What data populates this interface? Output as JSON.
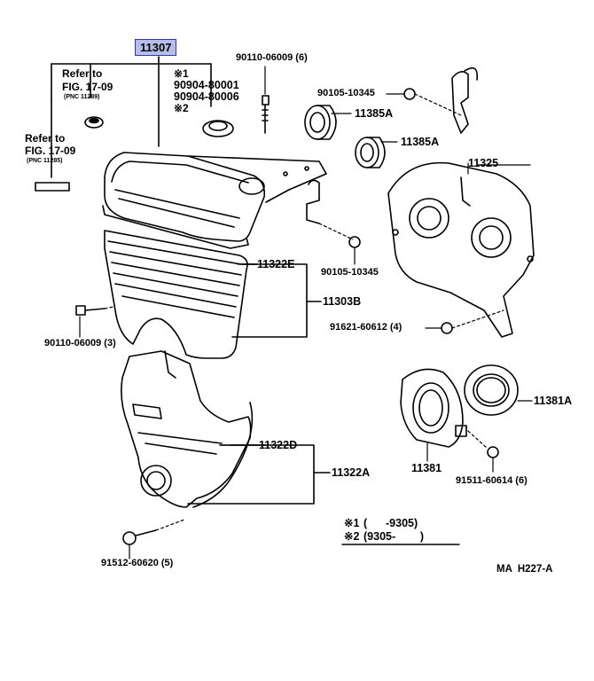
{
  "diagram": {
    "main_part": "11307",
    "refer_upper": {
      "line1": "Refer to",
      "line2": "FIG. 17-09",
      "line3": "(PNC 11289)"
    },
    "refer_left": {
      "line1": "Refer to",
      "line2": "FIG. 17-09",
      "line3": "(PNC 11285)"
    },
    "gasket_group": {
      "mark1": "※1",
      "pn1": "90904-80001",
      "pn2": "90904-80006",
      "mark2": "※2"
    },
    "labels": {
      "bolt_top": "90110-06009 (6)",
      "screw_upper": "90105-10345",
      "seal_a1": "11385A",
      "seal_a2": "11385A",
      "plate": "11325",
      "screw_mid": "90105-10345",
      "cover_e": "11322E",
      "cover_b": "11303B",
      "bolt_left": "90110-06009 (3)",
      "nut_mid": "91621-60612 (4)",
      "seal_381a": "11381A",
      "cover_d": "11322D",
      "cover_a": "11322A",
      "retainer": "11381",
      "bolt_right": "91511-60614 (6)",
      "bolt_bottom": "91512-60620 (5)"
    },
    "notes": [
      {
        "mark": "※1",
        "text": "(      -9305)"
      },
      {
        "mark": "※2",
        "text": "(9305-        )"
      }
    ],
    "figure_code": "MA  H227-A"
  }
}
